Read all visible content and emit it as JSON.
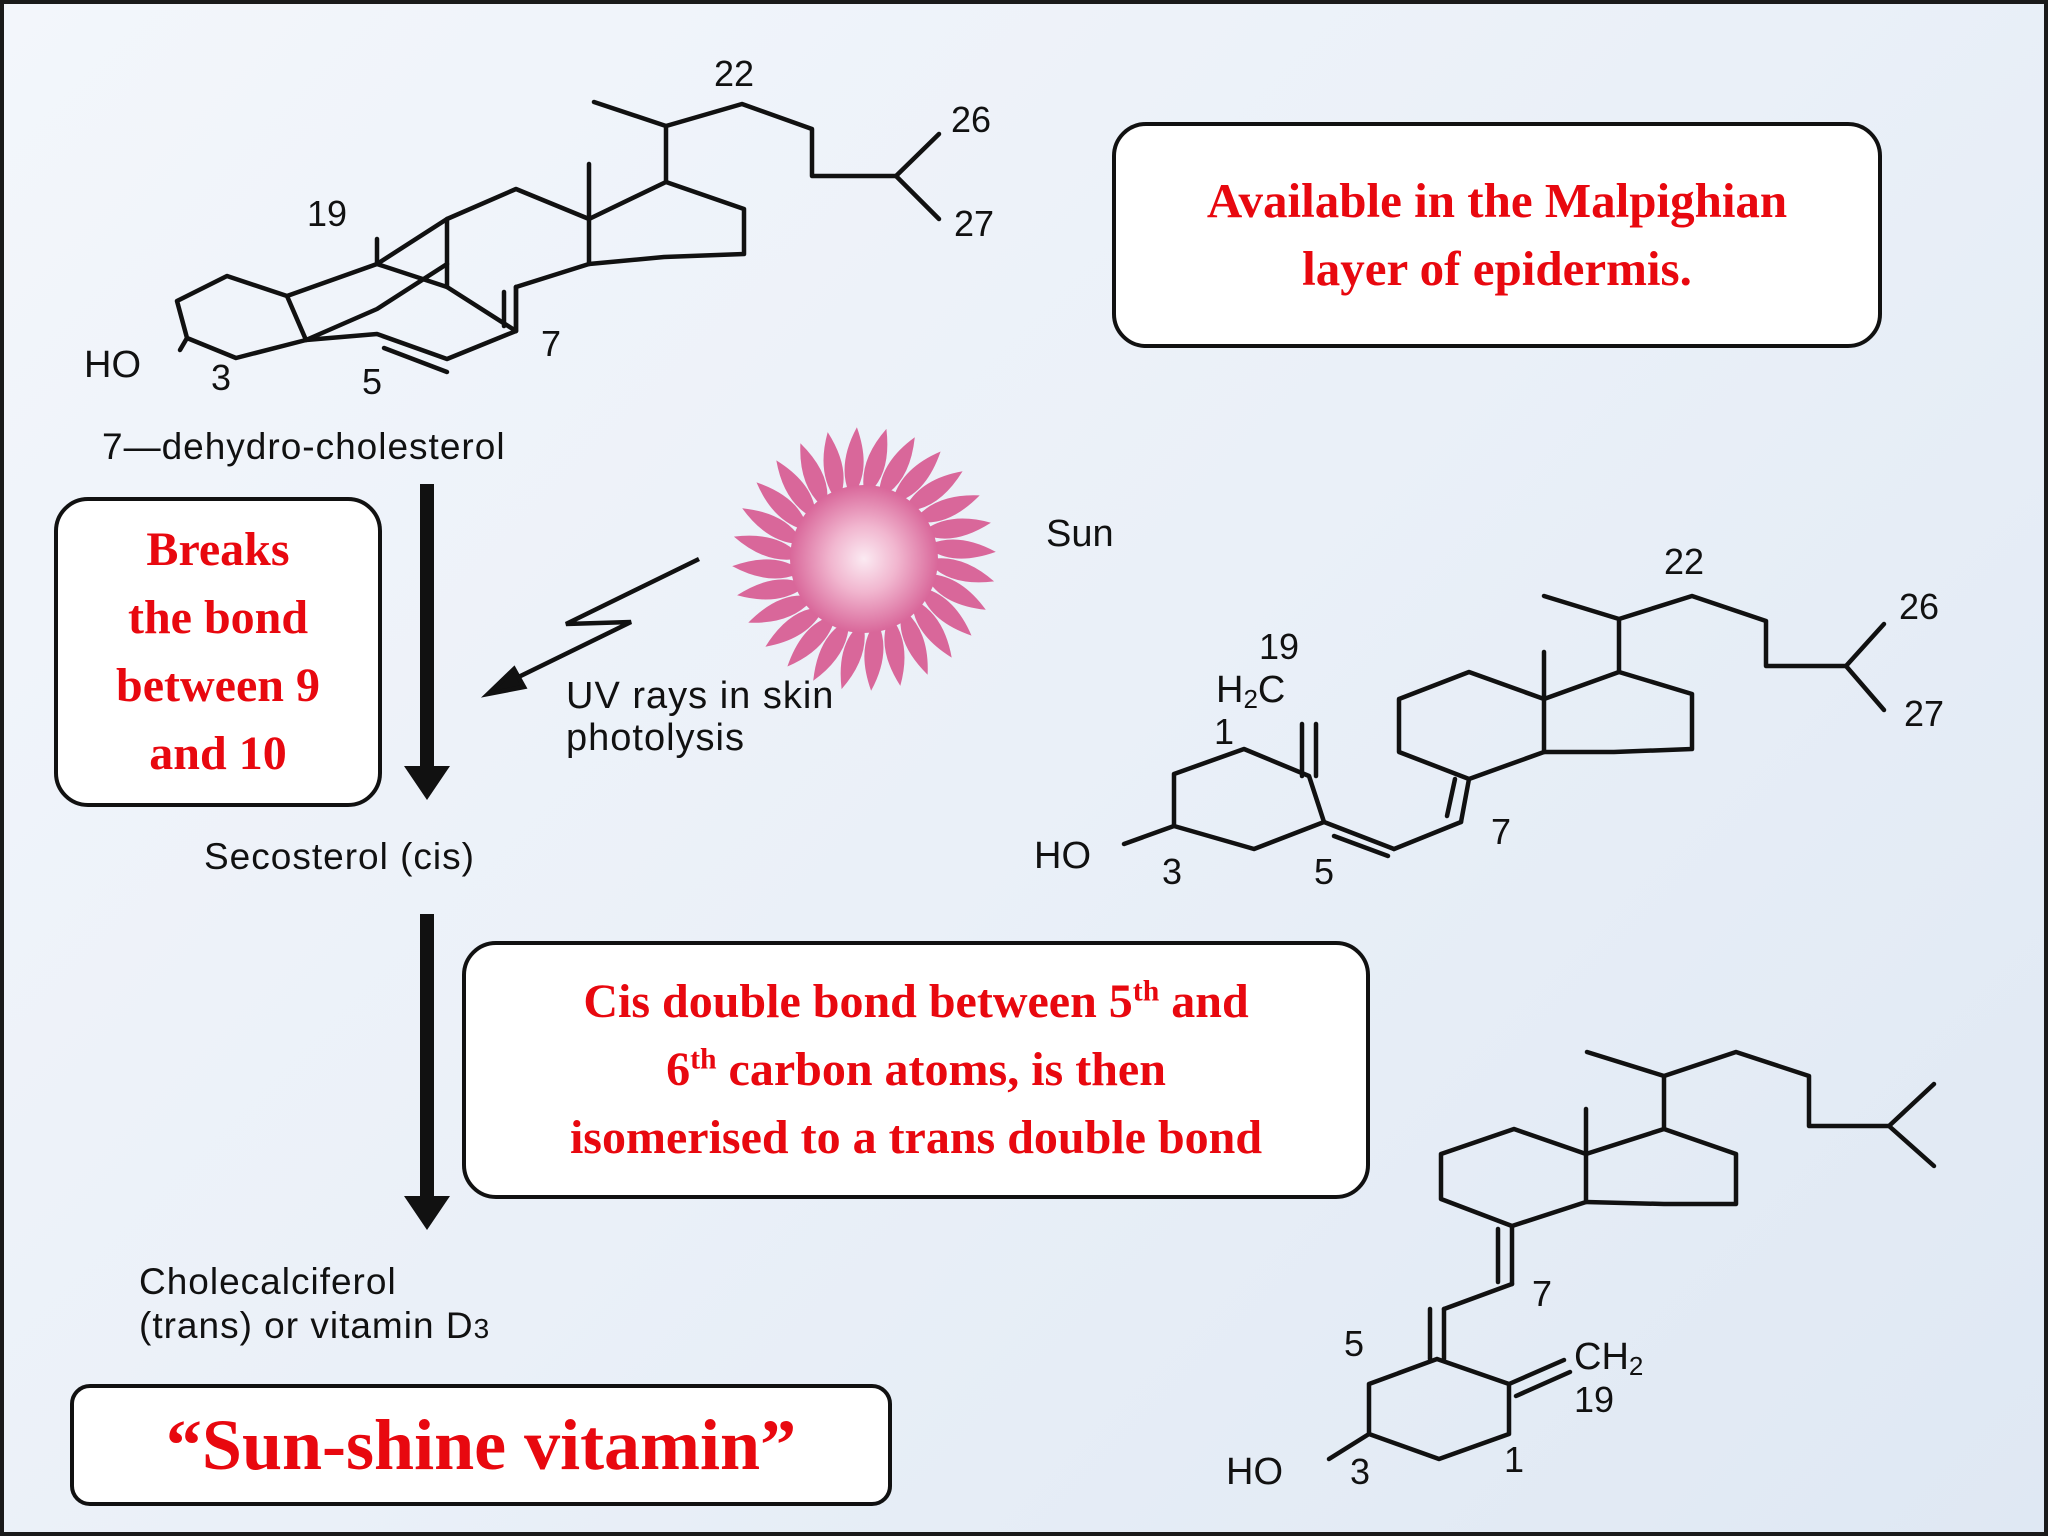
{
  "boxes": {
    "location": [
      "Available  in the Malpighian",
      "layer of epidermis."
    ],
    "bond_break": [
      "Breaks",
      "the bond",
      "between 9",
      "and 10"
    ],
    "isomerisation": {
      "line1": {
        "a": "Cis  double bond between 5",
        "sup": "th",
        "b": " and"
      },
      "line2": {
        "a": "6",
        "sup": "th",
        "b": " carbon atoms, is then"
      },
      "line3": "isomerised to  a trans double bond"
    },
    "nickname": "“Sun-shine vitamin”"
  },
  "labels": {
    "compound1": "7—dehydro-cholesterol",
    "compound2": "Secosterol (cis)",
    "compound3_line1": "Cholecalciferol",
    "compound3_line2_pre": "(trans) or vitamin D",
    "compound3_line2_sub": "3",
    "sun": "Sun",
    "uv_line1": "UV rays in skin",
    "uv_line2": "photolysis"
  },
  "atoms": {
    "hydroxyl": "HO",
    "methylene_h2c": {
      "h": "H",
      "sub": "2",
      "c": "C"
    },
    "methylene_ch2": {
      "ch": "CH",
      "sub": "2"
    }
  },
  "locants": {
    "m1": {
      "c3": "3",
      "c5": "5",
      "c7": "7",
      "c19": "19",
      "c22": "22",
      "c26": "26",
      "c27": "27"
    },
    "m2": {
      "c1": "1",
      "c3": "3",
      "c5": "5",
      "c7": "7",
      "c19": "19",
      "c22": "22",
      "c26": "26",
      "c27": "27"
    },
    "m3": {
      "c1": "1",
      "c3": "3",
      "c5": "5",
      "c7": "7",
      "c19": "19"
    }
  },
  "colors": {
    "box_text": "#e8080f",
    "ink": "#111111",
    "sun_core": "#f6d3e2",
    "sun_rays": "#d9679a"
  }
}
